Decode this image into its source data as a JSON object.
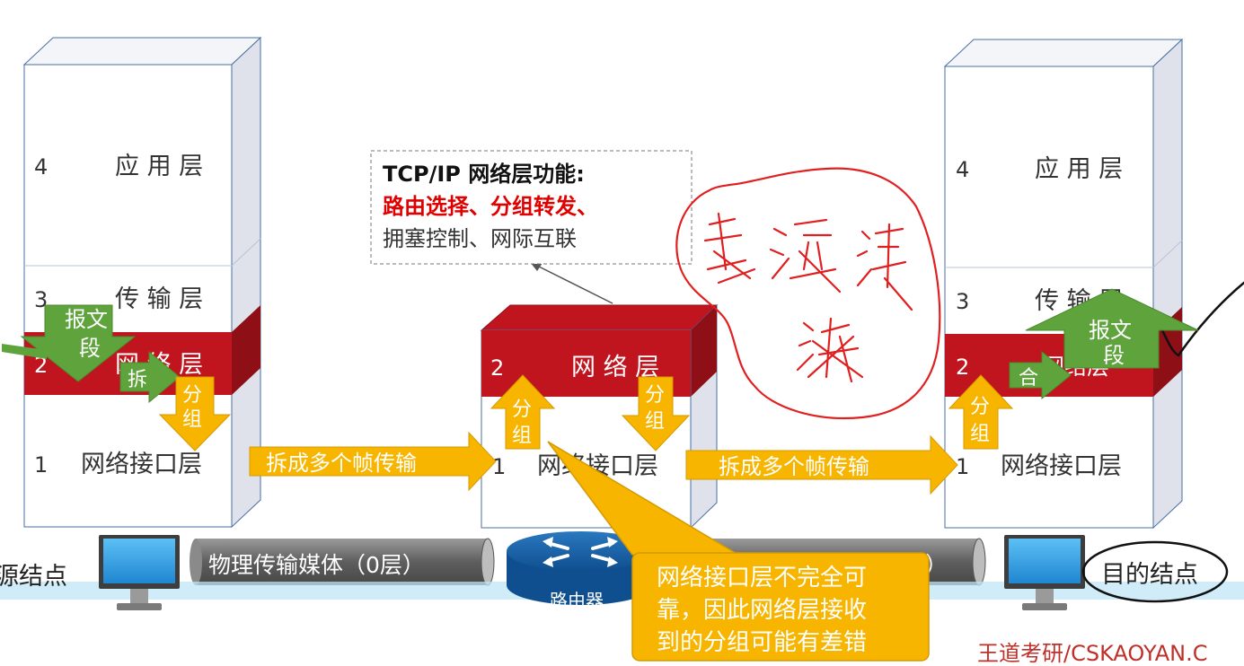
{
  "source_stack": {
    "layers": [
      {
        "num": "4",
        "name": "应 用 层"
      },
      {
        "num": "3",
        "name": "传 输 层"
      },
      {
        "num": "2",
        "name": "网 络 层"
      },
      {
        "num": "1",
        "name": "网络接口层"
      }
    ],
    "segment_arrow": [
      "报文",
      "段"
    ],
    "split_label": "拆",
    "packet_arrow": [
      "分",
      "组"
    ],
    "frames_arrow": "拆成多个帧传输",
    "node_label": "源结点"
  },
  "router_stack": {
    "layers": [
      {
        "num": "2",
        "name": "网 络 层"
      },
      {
        "num": "1",
        "name": "网络接口层"
      }
    ],
    "packet_up": [
      "分",
      "组"
    ],
    "packet_down": [
      "分",
      "组"
    ],
    "frames_arrow": "拆成多个帧传输",
    "router_label": "路由器"
  },
  "dest_stack": {
    "layers": [
      {
        "num": "4",
        "name": "应 用 层"
      },
      {
        "num": "3",
        "name": "传 输 层"
      },
      {
        "num": "2",
        "name": "网络层"
      },
      {
        "num": "1",
        "name": "网络接口层"
      }
    ],
    "packet_up": [
      "分",
      "组"
    ],
    "merge_label": "合",
    "segment_arrow": [
      "报文",
      "段"
    ],
    "node_label": "目的结点"
  },
  "media": {
    "left_label": "物理传输媒体（0层）",
    "right_label": "）"
  },
  "callout_top": {
    "title": "TCP/IP 网络层功能:",
    "red_line": "路由选择、分组转发、",
    "black_line": "拥塞控制、网际互联"
  },
  "callout_bottom": {
    "lines": [
      "网络接口层不完全可",
      "靠，因此网络层接收",
      "到的分组可能有差错"
    ]
  },
  "watermark": "王道考研/CSKAOYAN.C",
  "colors": {
    "box_fill": "#ffffff",
    "box_top": "#f4f5f8",
    "box_side": "#dfe2ea",
    "box_stroke": "#4a6fa5",
    "network_red": "#c0141e",
    "network_red_dark": "#8f0f16",
    "green_arrow": "#5fa33c",
    "yellow_arrow": "#f7b500",
    "gray_pipe": "#6e6e6e",
    "callout_red": "#e00000",
    "ink_red": "#e02020",
    "watermark": "#c0302a",
    "monitor_blue": "#1f86d1"
  }
}
